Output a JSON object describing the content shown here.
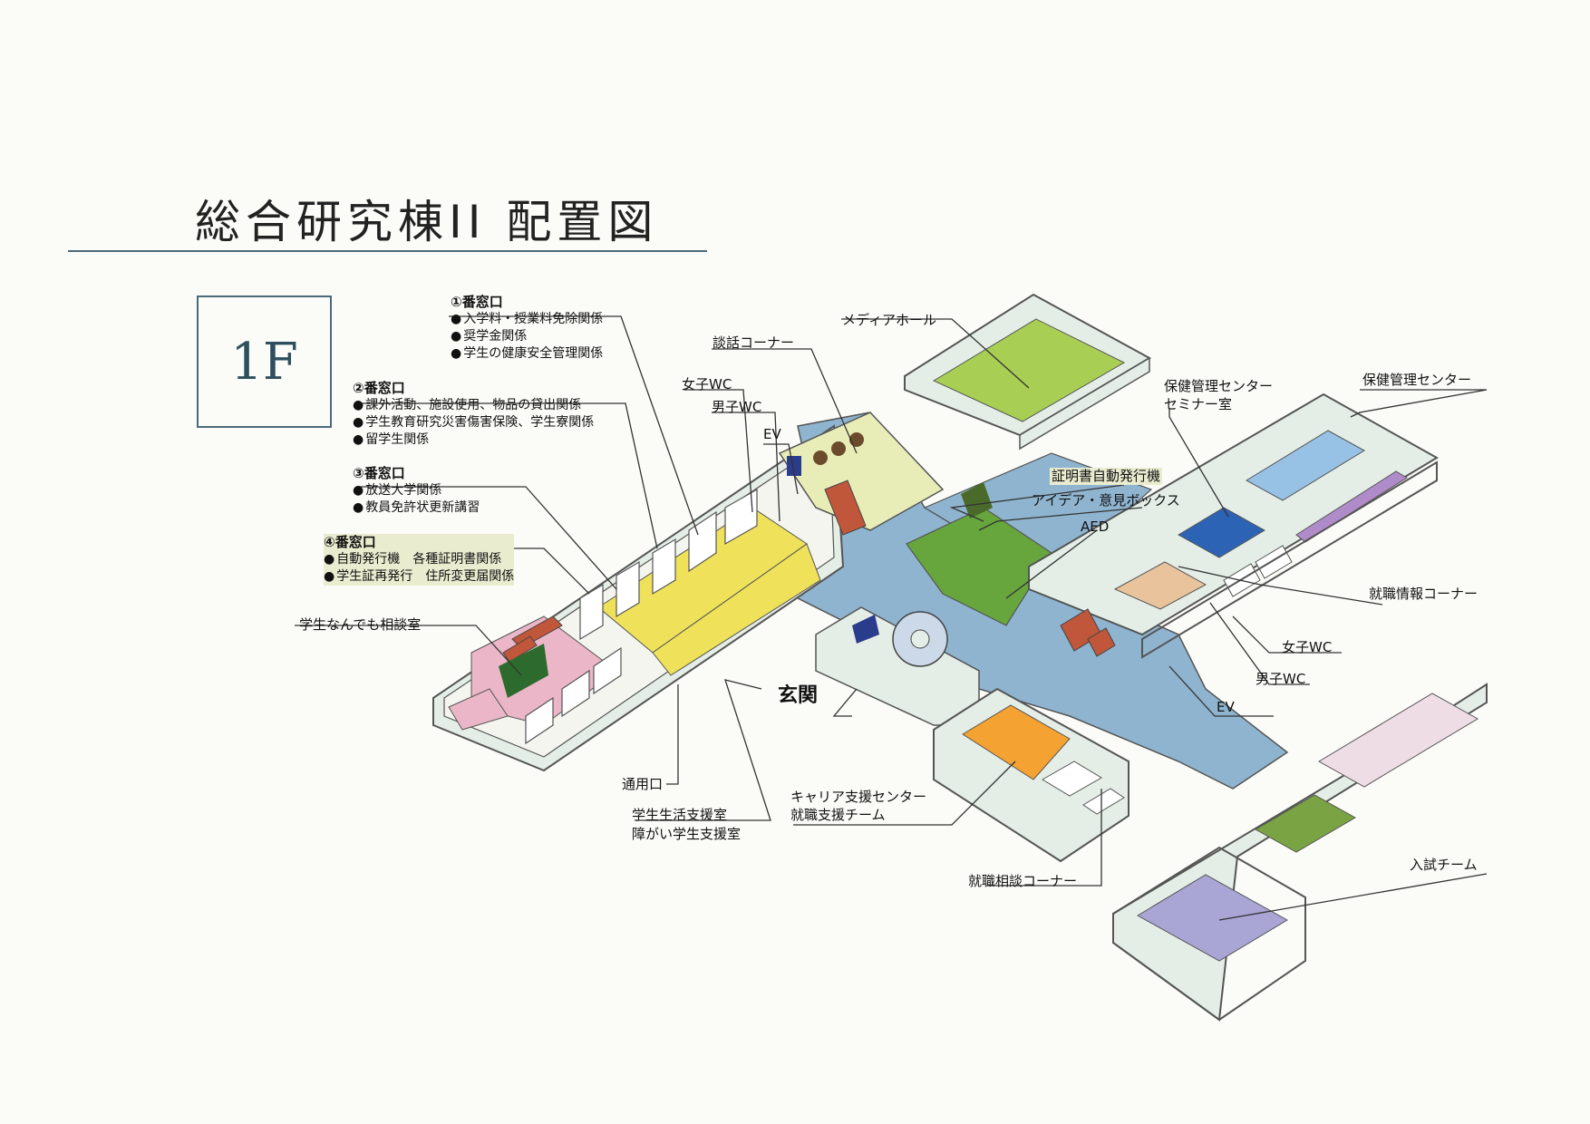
{
  "title": "総合研究棟II 配置図",
  "floor": "1F",
  "windows": [
    {
      "title": "①番窓口",
      "items": [
        "入学料・授業料免除関係",
        "奨学金関係",
        "学生の健康安全管理関係"
      ]
    },
    {
      "title": "②番窓口",
      "items": [
        "課外活動、施設使用、物品の貸出関係",
        "学生教育研究災害傷害保険、学生寮関係",
        "留学生関係"
      ]
    },
    {
      "title": "③番窓口",
      "items": [
        "放送大学関係",
        "教員免許状更新講習"
      ]
    },
    {
      "title": "④番窓口",
      "items": [
        "自動発行機　各種証明書関係",
        "学生証再発行　住所変更届関係"
      ]
    }
  ],
  "labels": {
    "student_consult": "学生なんでも相談室",
    "talk_corner": "談話コーナー",
    "women_wc_1": "女子WC",
    "men_wc_1": "男子WC",
    "ev_1": "EV",
    "media_hall": "メディアホール",
    "health_seminar_1": "保健管理センター",
    "health_seminar_2": "セミナー室",
    "health_center": "保健管理センター",
    "cert_machine": "証明書自動発行機",
    "idea_box": "アイデア・意見ボックス",
    "aed": "AED",
    "job_info": "就職情報コーナー",
    "women_wc_2": "女子WC",
    "men_wc_2": "男子WC",
    "ev_2": "EV",
    "entrance": "玄関",
    "side_door": "通用口",
    "life_support_1": "学生生活支援室",
    "life_support_2": "障がい学生支援室",
    "career_1": "キャリア支援センター",
    "career_2": "就職支援チーム",
    "job_consult": "就職相談コーナー",
    "admission": "入試チーム"
  },
  "colors": {
    "corridor": "#8fb4cf",
    "wall": "#e4eee6",
    "wall_edge": "#555",
    "yellow": "#efe25a",
    "pink": "#eab6c8",
    "green": "#67a63d",
    "lime": "#a8cf54",
    "orange": "#f4a232",
    "blue": "#2d63b5",
    "light_blue": "#98c1e6",
    "purple": "#b08bc9",
    "peach": "#e8c39c",
    "lavender": "#a9a6d6",
    "olive": "#7aa443",
    "light_pink": "#efdde6"
  }
}
